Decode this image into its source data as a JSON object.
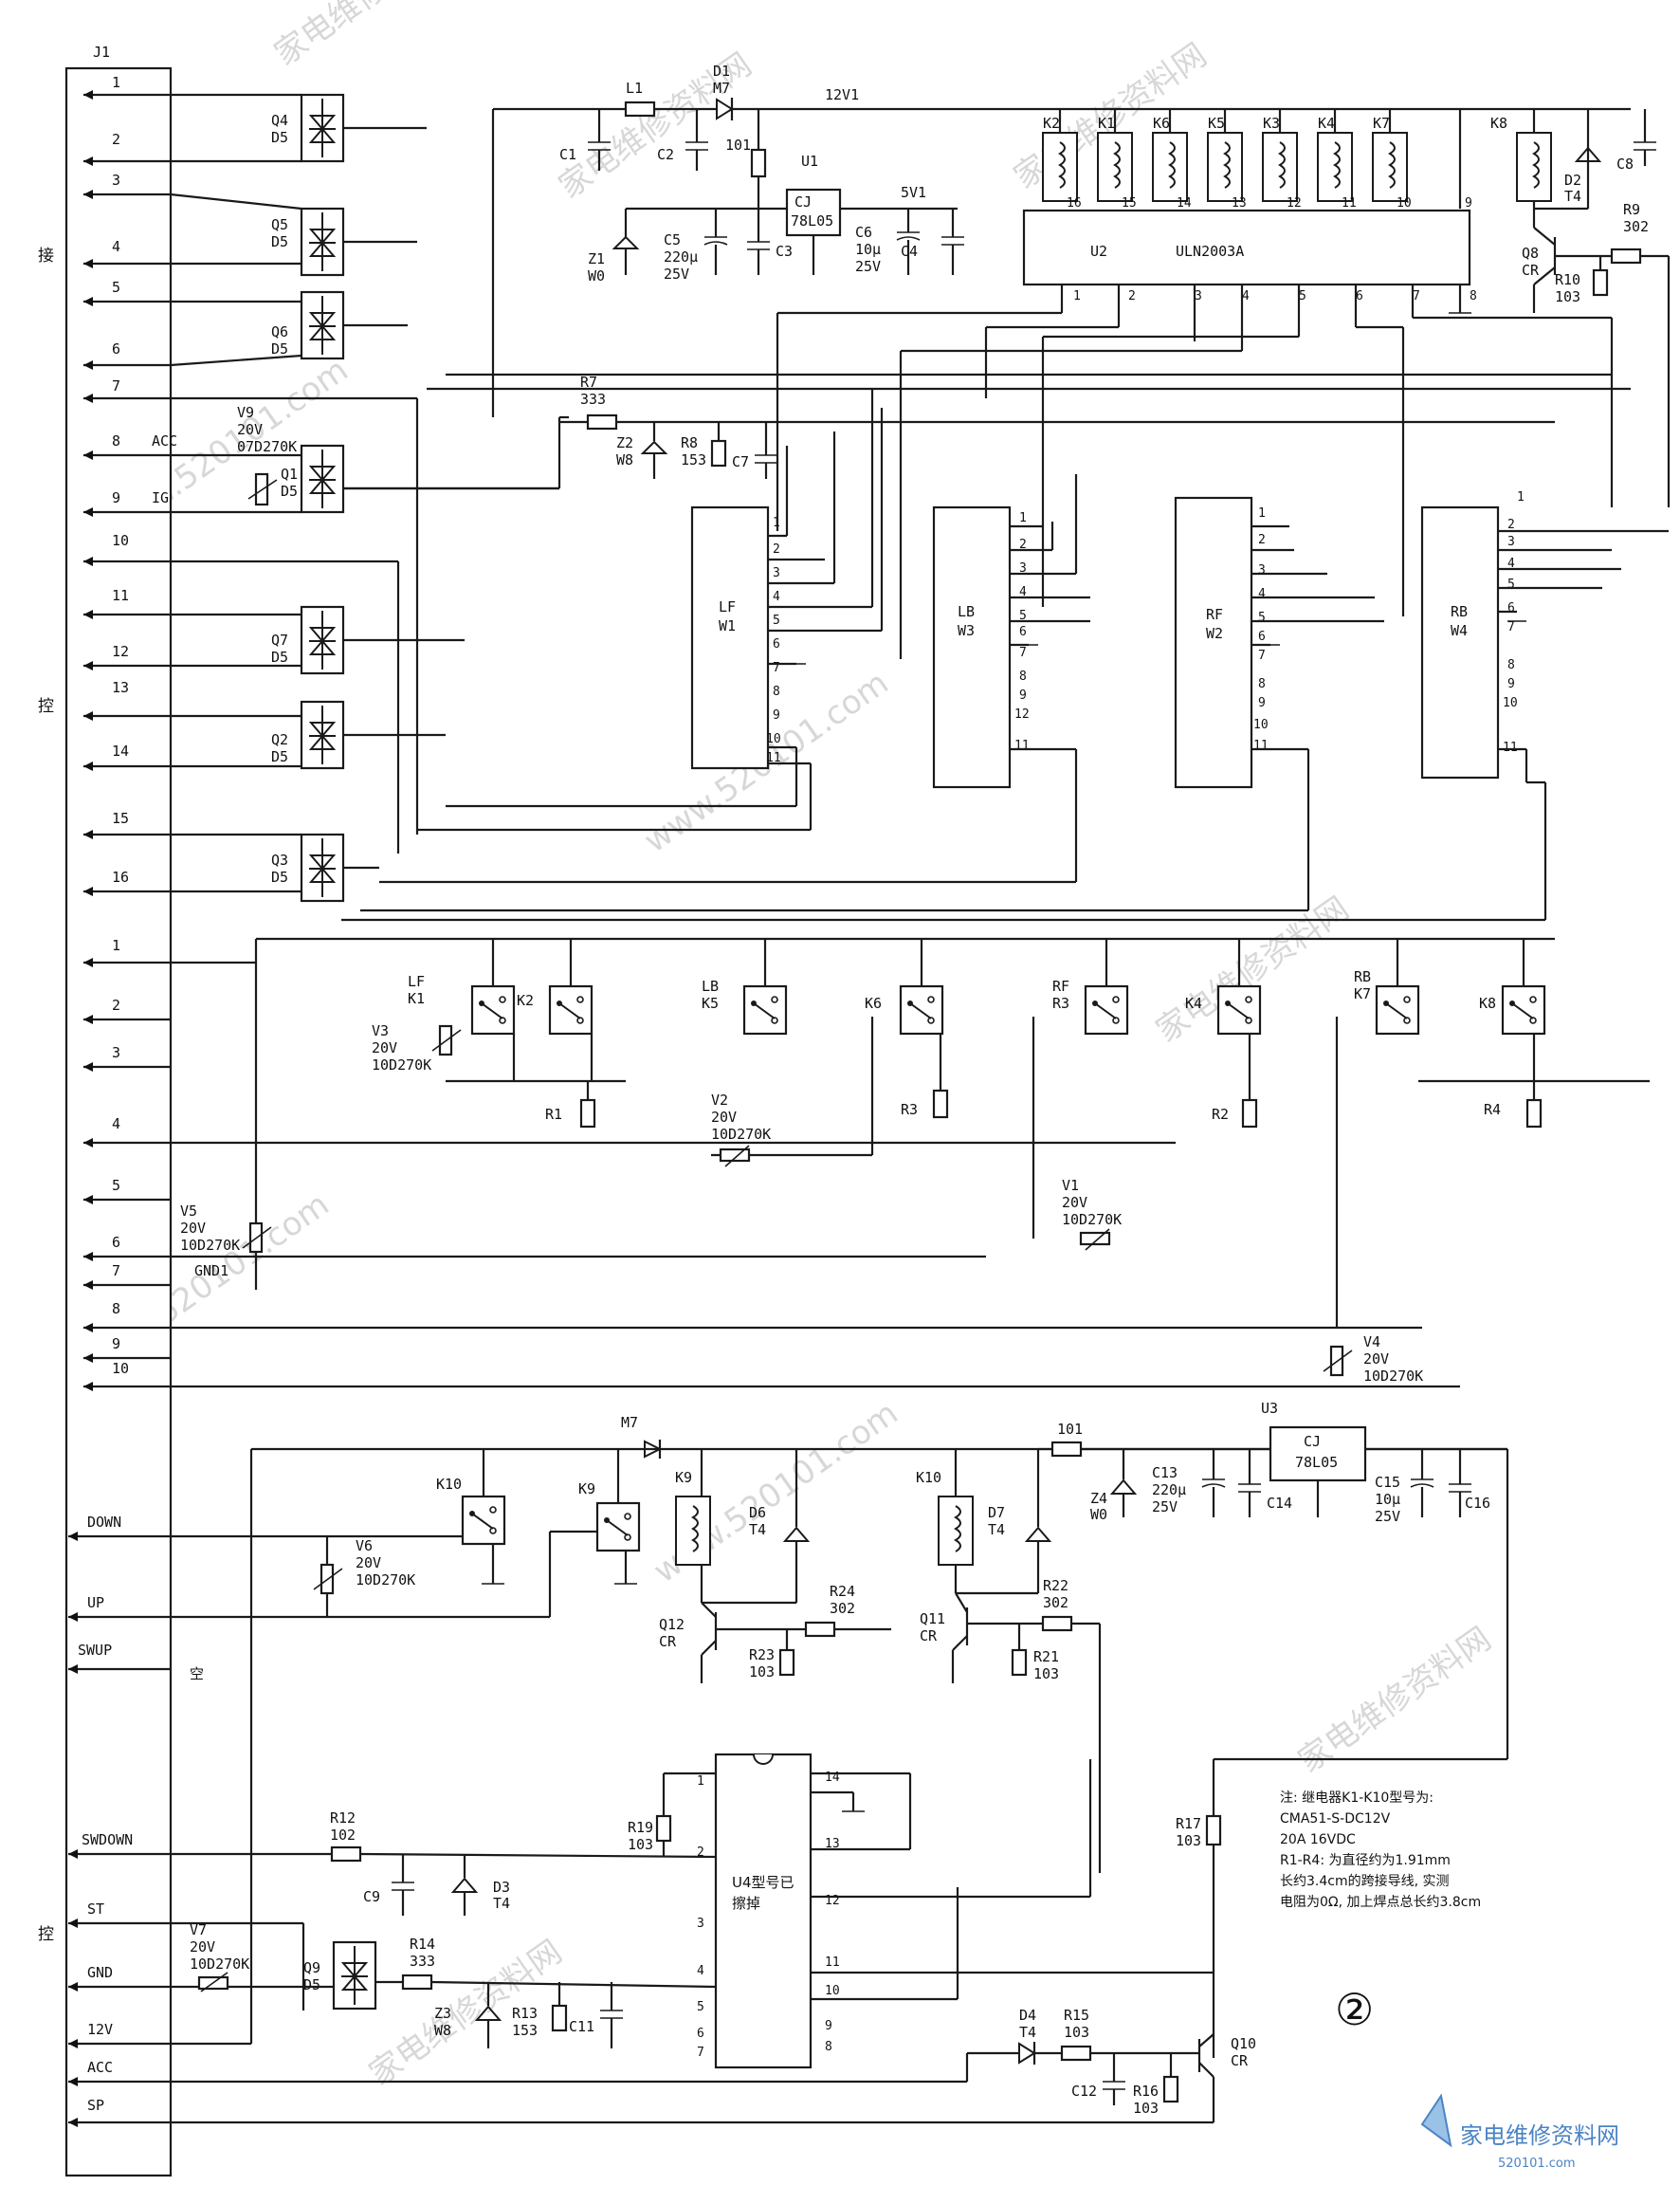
{
  "connector": {
    "name": "J1",
    "side_labels": [
      "接",
      "控",
      "控"
    ],
    "empty_label": "空"
  },
  "pins_top": [
    {
      "num": "1"
    },
    {
      "num": "2"
    },
    {
      "num": "3"
    },
    {
      "num": "4"
    },
    {
      "num": "5"
    },
    {
      "num": "6"
    },
    {
      "num": "7"
    },
    {
      "num": "8",
      "sig": "ACC"
    },
    {
      "num": "9",
      "sig": "IG"
    },
    {
      "num": "10"
    },
    {
      "num": "11"
    },
    {
      "num": "12"
    },
    {
      "num": "13"
    },
    {
      "num": "14"
    },
    {
      "num": "15"
    },
    {
      "num": "16"
    }
  ],
  "pins_mid": [
    "1",
    "2",
    "3",
    "4",
    "5",
    "6",
    "7",
    "8",
    "9",
    "10"
  ],
  "pins_bottom": [
    "DOWN",
    "UP",
    "SWUP",
    "SWDOWN",
    "ST",
    "GND",
    "12V",
    "ACC",
    "SP"
  ],
  "net_labels": {
    "v12": "12V1",
    "v5": "5V1",
    "gnd1": "GND1"
  },
  "triacs": [
    {
      "id": "Q4",
      "type": "D5"
    },
    {
      "id": "Q5",
      "type": "D5"
    },
    {
      "id": "Q6",
      "type": "D5"
    },
    {
      "id": "Q1",
      "type": "D5"
    },
    {
      "id": "Q7",
      "type": "D5"
    },
    {
      "id": "Q2",
      "type": "D5"
    },
    {
      "id": "Q3",
      "type": "D5"
    },
    {
      "id": "Q9",
      "type": "D5"
    }
  ],
  "varistors": [
    {
      "id": "V9",
      "rating": "20V",
      "part": "07D270K"
    },
    {
      "id": "V3",
      "rating": "20V",
      "part": "10D270K"
    },
    {
      "id": "V2",
      "rating": "20V",
      "part": "10D270K"
    },
    {
      "id": "V1",
      "rating": "20V",
      "part": "10D270K"
    },
    {
      "id": "V5",
      "rating": "20V",
      "part": "10D270K"
    },
    {
      "id": "V4",
      "rating": "20V",
      "part": "10D270K"
    },
    {
      "id": "V6",
      "rating": "20V",
      "part": "10D270K"
    },
    {
      "id": "V7",
      "rating": "20V",
      "part": "10D270K"
    }
  ],
  "power_supply_top": {
    "L1": "L1",
    "D1": "D1",
    "D1_type": "M7",
    "C1": "C1",
    "C2": "C2",
    "R101": "101",
    "U1": "U1",
    "reg": "CJ",
    "reg_part": "78L05",
    "C3": "C3",
    "C4": "C4",
    "C5": "C5",
    "C5_val": "220μ",
    "C5_v": "25V",
    "C6": "C6",
    "C6_val": "10μ",
    "C6_v": "25V",
    "Z1": "Z1",
    "Z1_type": "W0"
  },
  "driver": {
    "id": "U2",
    "part": "ULN2003A",
    "pins_top": [
      "16",
      "15",
      "14",
      "13",
      "12",
      "11",
      "10",
      "9"
    ],
    "pins_bottom": [
      "1",
      "2",
      "3",
      "4",
      "5",
      "6",
      "7",
      "8"
    ]
  },
  "relay_coils_top": [
    "K2",
    "K1",
    "K6",
    "K5",
    "K3",
    "K4",
    "K7"
  ],
  "k8_block": {
    "coil": "K8",
    "diode": "D2",
    "diode_type": "T4",
    "cap": "C8",
    "transistor": "Q8",
    "transistor_type": "CR",
    "r9": "R9",
    "r9_val": "302",
    "r10": "R10",
    "r10_val": "103"
  },
  "r7_block": {
    "r7": "R7",
    "r7_val": "333",
    "z2": "Z2",
    "z2_type": "W8",
    "r8": "R8",
    "r8_val": "153",
    "c7": "C7"
  },
  "windows": [
    {
      "name": "LF",
      "code": "W1",
      "pins": [
        "1",
        "2",
        "3",
        "4",
        "5",
        "6",
        "7",
        "8",
        "9",
        "10",
        "11"
      ]
    },
    {
      "name": "LB",
      "code": "W3",
      "pins": [
        "1",
        "2",
        "3",
        "4",
        "5",
        "6",
        "7",
        "8",
        "9",
        "12",
        "11"
      ]
    },
    {
      "name": "RF",
      "code": "W2",
      "pins": [
        "1",
        "2",
        "3",
        "4",
        "5",
        "6",
        "7",
        "8",
        "9",
        "10",
        "11"
      ]
    },
    {
      "name": "RB",
      "code": "W4",
      "pins": [
        "1",
        "2",
        "3",
        "4",
        "5",
        "6",
        "7",
        "8",
        "9",
        "10",
        "11"
      ]
    }
  ],
  "relay_contacts": [
    {
      "group": "LF",
      "a": "K1",
      "b": "K2",
      "r": "R1"
    },
    {
      "group": "LB",
      "a": "K5",
      "b": "K6",
      "r": "R3"
    },
    {
      "group": "RF",
      "a": "R3",
      "b": "K4",
      "r": "R2"
    },
    {
      "group": "RB",
      "a": "K7",
      "b": "K8",
      "r": "R4"
    }
  ],
  "bottom": {
    "K10": "K10",
    "K9": "K9",
    "M7": "M7",
    "K9c": "K9",
    "D6": "D6",
    "D6_type": "T4",
    "K10c": "K10",
    "D7": "D7",
    "D7_type": "T4",
    "R101b": "101",
    "Z4": "Z4",
    "Z4_type": "W0",
    "C13": "C13",
    "C13_val": "220μ",
    "C13_v": "25V",
    "C14": "C14",
    "U3": "U3",
    "reg": "CJ",
    "reg_part": "78L05",
    "C15": "C15",
    "C15_val": "10μ",
    "C15_v": "25V",
    "C16": "C16",
    "Q12": "Q12",
    "Q12_type": "CR",
    "R24": "R24",
    "R24_val": "302",
    "R23": "R23",
    "R23_val": "103",
    "Q11": "Q11",
    "Q11_type": "CR",
    "R22": "R22",
    "R22_val": "302",
    "R21": "R21",
    "R21_val": "103",
    "U4": "U4型号已",
    "U4b": "擦掉",
    "u4_left": [
      "1",
      "2",
      "3",
      "4",
      "5",
      "6",
      "7"
    ],
    "u4_right": [
      "14",
      "13",
      "12",
      "11",
      "10",
      "9",
      "8"
    ],
    "R19": "R19",
    "R19_val": "103",
    "R12": "R12",
    "R12_val": "102",
    "C9": "C9",
    "D3": "D3",
    "D3_type": "T4",
    "R14": "R14",
    "R14_val": "333",
    "Z3": "Z3",
    "Z3_type": "W8",
    "R13": "R13",
    "R13_val": "153",
    "C11": "C11",
    "R17": "R17",
    "R17_val": "103",
    "D4": "D4",
    "D4_type": "T4",
    "R15": "R15",
    "R15_val": "103",
    "C12": "C12",
    "R16": "R16",
    "R16_val": "103",
    "Q10": "Q10",
    "Q10_type": "CR"
  },
  "notes": [
    "注: 继电器K1-K10型号为:",
    "CMA51-S-DC12V",
    "20A 16VDC",
    "R1-R4: 为直径约为1.91mm",
    "长约3.4cm的跨接导线, 实测",
    "电阻为0Ω, 加上焊点总长约3.8cm"
  ],
  "figure_mark": "②",
  "watermarks": [
    "家电维修资料网",
    "www.520101.com"
  ],
  "logo": {
    "cn": "家电维修资料网",
    "url": "520101.com"
  }
}
